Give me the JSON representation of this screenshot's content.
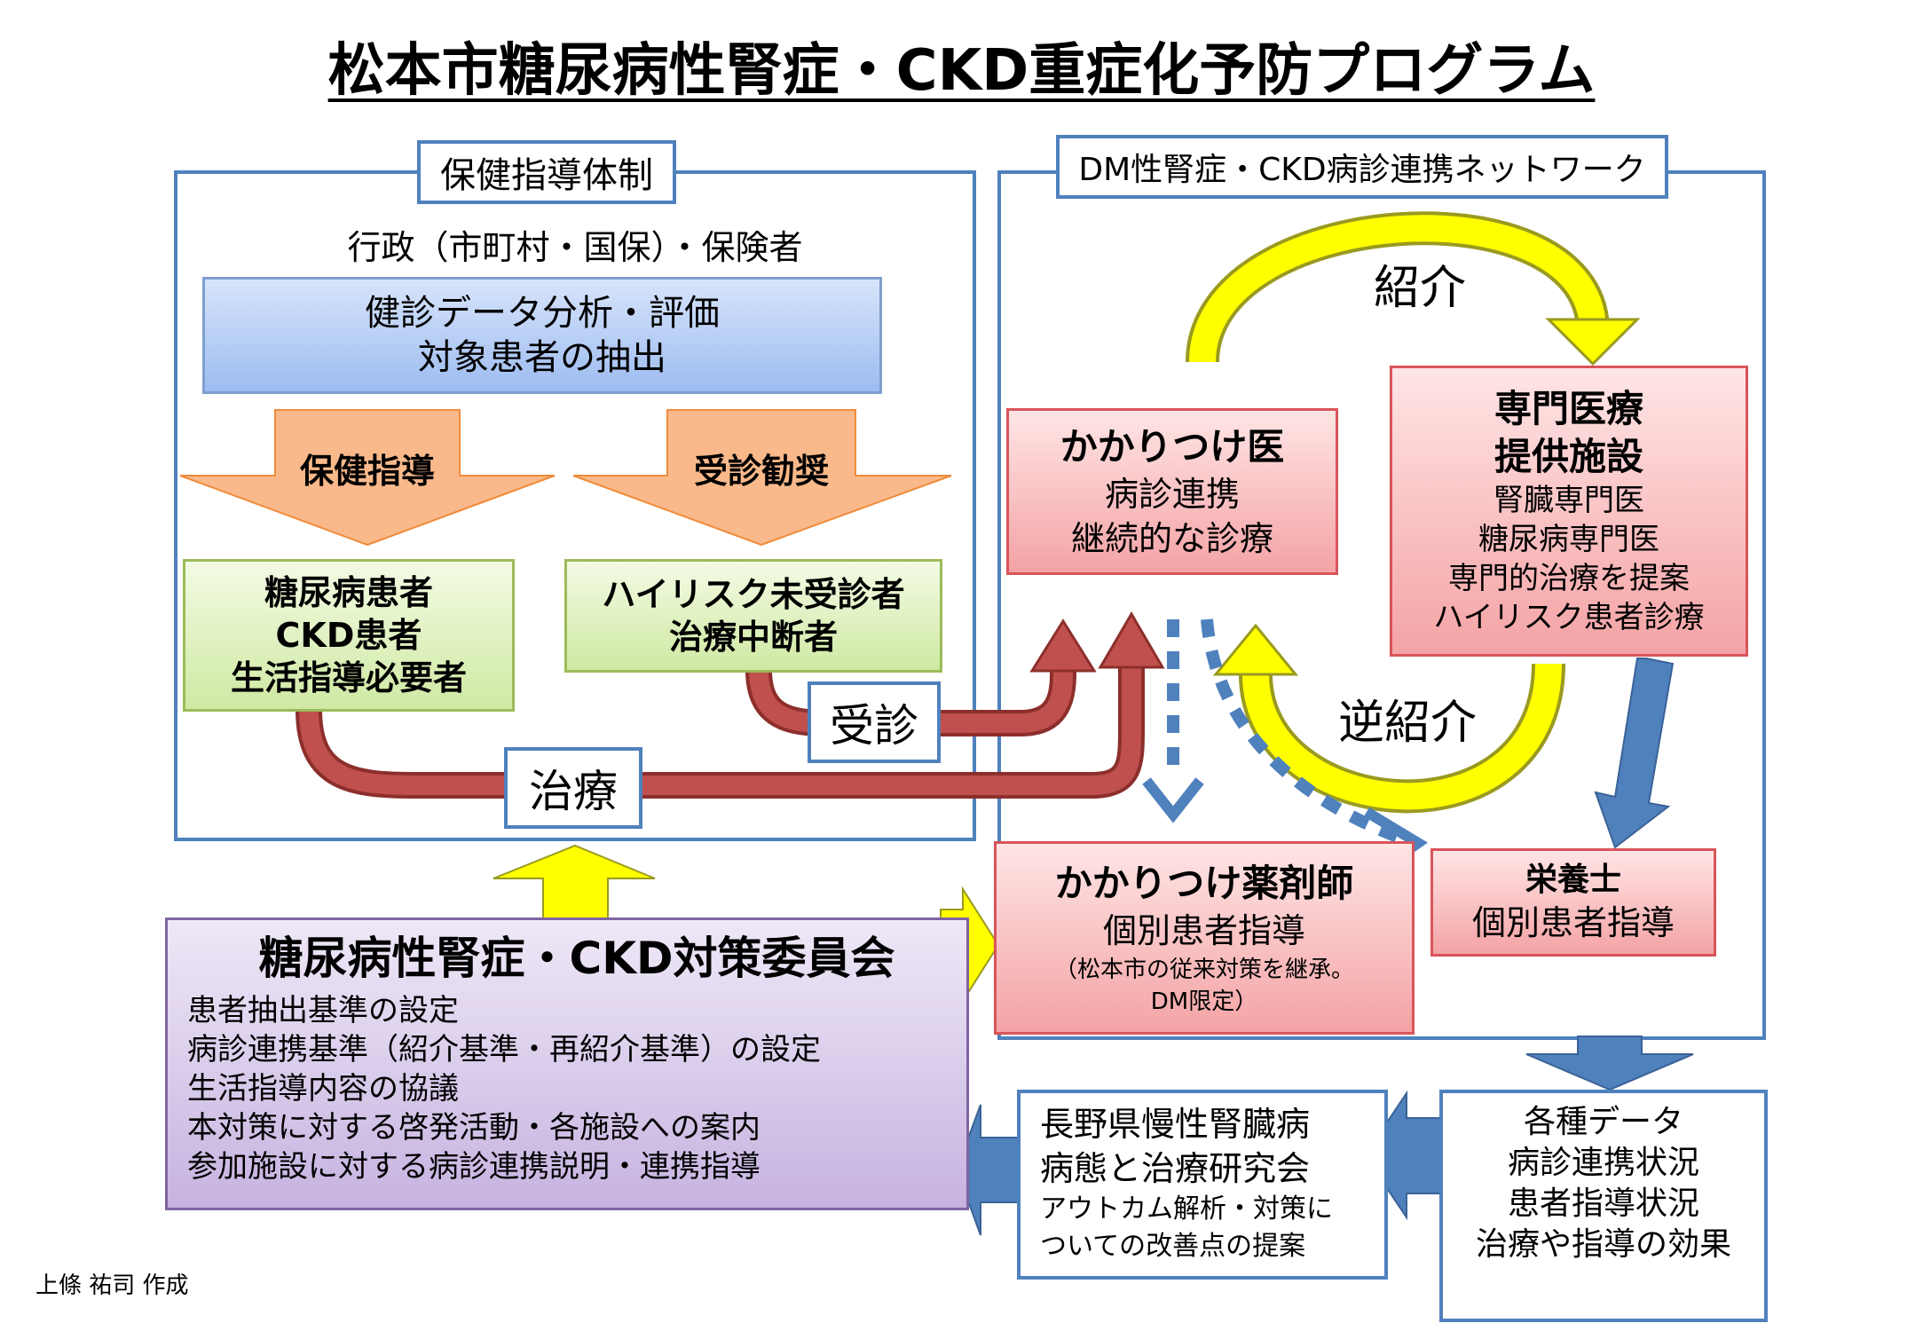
{
  "title": "松本市糖尿病性腎症・CKD重症化予防プログラム",
  "left_panel": {
    "header": "保健指導体制",
    "subtitle": "行政（市町村・国保）・保険者",
    "analysis_box": [
      "健診データ分析・評価",
      "対象患者の抽出"
    ],
    "arrow_left_label": "保健指導",
    "arrow_right_label": "受診勧奨",
    "green_left": [
      "糖尿病患者",
      "CKD患者",
      "生活指導必要者"
    ],
    "green_right": [
      "ハイリスク未受診者",
      "治療中断者"
    ],
    "tag_visit": "受診",
    "tag_treatment": "治療"
  },
  "right_panel": {
    "header": "DM性腎症・CKD病診連携ネットワーク",
    "referral_label": "紹介",
    "reverse_referral_label": "逆紹介",
    "family_doctor": {
      "title": "かかりつけ医",
      "lines": [
        "病診連携",
        "継続的な診療"
      ]
    },
    "specialist": {
      "title_lines": [
        "専門医療",
        "提供施設"
      ],
      "lines": [
        "腎臓専門医",
        "糖尿病専門医",
        "専門的治療を提案",
        "ハイリスク患者診療"
      ]
    },
    "pharmacist": {
      "title": "かかりつけ薬剤師",
      "line": "個別患者指導",
      "notes": [
        "（松本市の従来対策を継承。",
        "DM限定）"
      ]
    },
    "dietitian": {
      "title": "栄養士",
      "line": "個別患者指導"
    }
  },
  "committee": {
    "title": "糖尿病性腎症・CKD対策委員会",
    "items": [
      "患者抽出基準の設定",
      "病診連携基準（紹介基準・再紹介基準）の設定",
      "生活指導内容の協議",
      "本対策に対する啓発活動・各施設への案内",
      "参加施設に対する病診連携説明・連携指導"
    ]
  },
  "research": {
    "lines_large": [
      "長野県慢性腎臓病",
      "病態と治療研究会"
    ],
    "lines_small": [
      "アウトカム解析・対策に",
      "ついての改善点の提案"
    ]
  },
  "data_box": [
    "各種データ",
    "病診連携状況",
    "患者指導状況",
    "治療や指導の効果"
  ],
  "author": "上條 祐司 作成",
  "colors": {
    "frame_blue": "#4f81bd",
    "arrow_red": "#c0504d",
    "arrow_orange": "#f9b98a",
    "arrow_yellow": "#ffff00",
    "arrow_blue": "#4f81bd"
  }
}
